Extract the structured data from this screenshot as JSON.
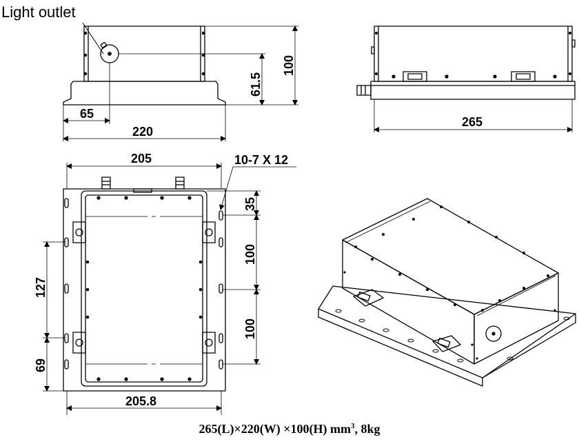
{
  "title": "Light outlet",
  "front_view": {
    "height_dim": "100",
    "outlet_height_dim": "61.5",
    "outlet_offset_dim": "65",
    "width_dim": "220"
  },
  "side_view": {
    "length_dim": "265"
  },
  "top_view": {
    "top_width_dim": "205",
    "hole_callout": "10-7 X 12",
    "edge_offset_dim": "35",
    "hole_pitch_1_dim": "100",
    "hole_pitch_2_dim": "100",
    "left_span_dim": "127",
    "left_bottom_dim": "69",
    "bottom_width_dim": "205.8"
  },
  "caption": {
    "main": "265(L)×220(W) ×100(H) mm",
    "superscript": "3",
    "suffix": ", 8kg"
  },
  "colors": {
    "line": "#000000",
    "background": "#ffffff"
  }
}
